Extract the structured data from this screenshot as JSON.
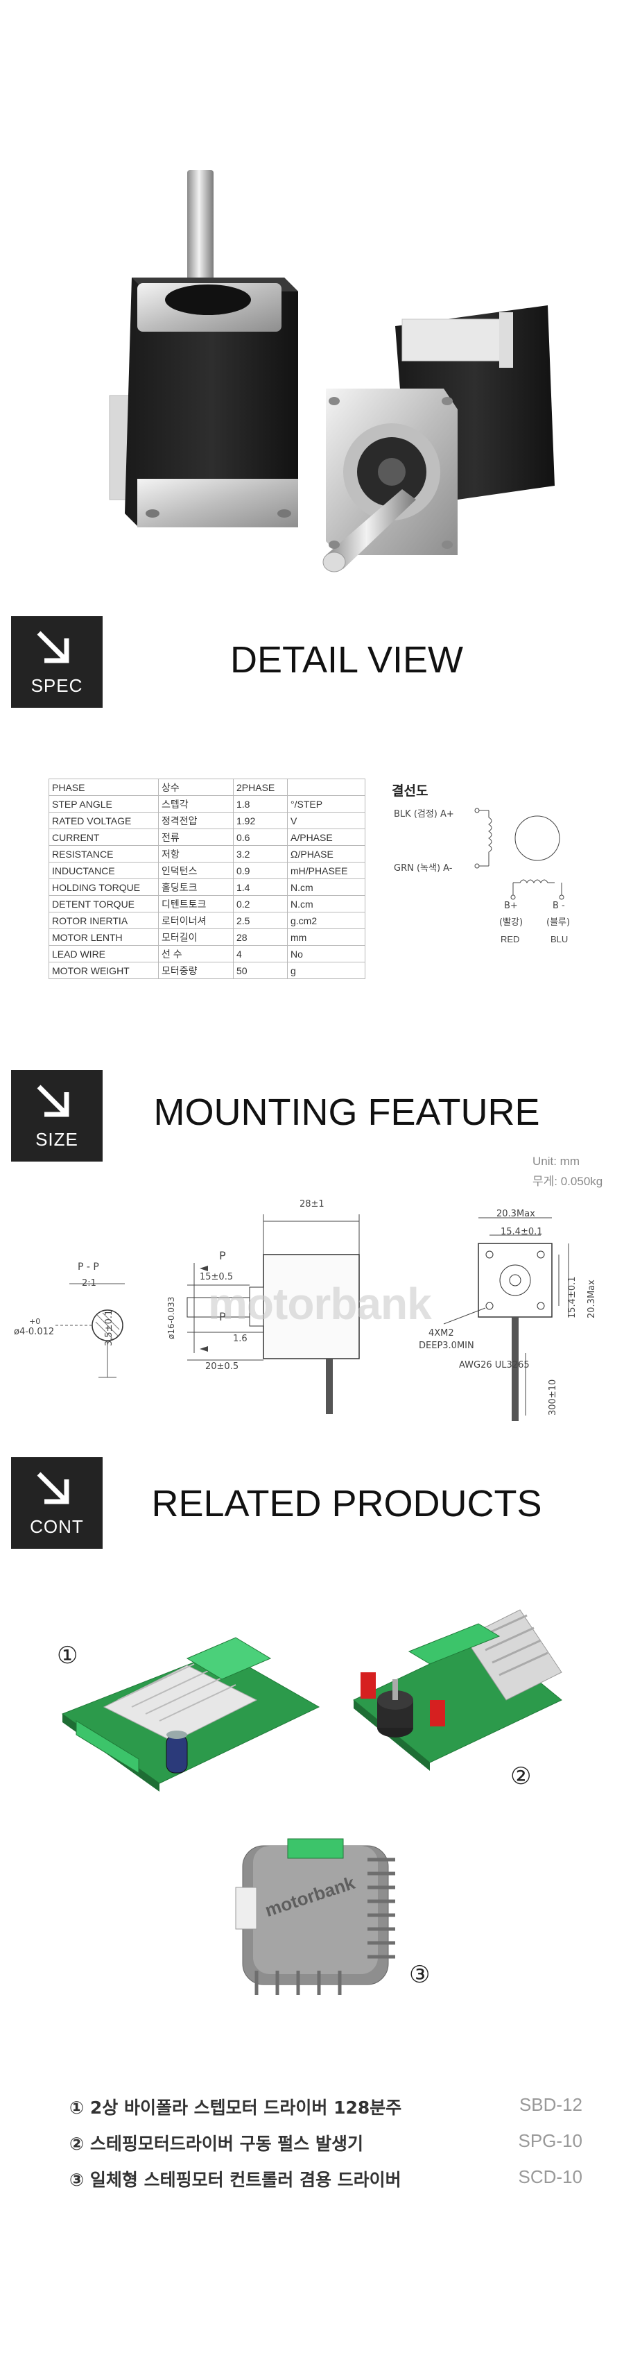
{
  "sections": {
    "spec": {
      "badge": "SPEC",
      "title": "DETAIL VIEW"
    },
    "size": {
      "badge": "SIZE",
      "title": "MOUNTING FEATURE"
    },
    "cont": {
      "badge": "CONT",
      "title": "RELATED PRODUCTS"
    }
  },
  "spec_table": [
    [
      "PHASE",
      "상수",
      "2PHASE",
      ""
    ],
    [
      "STEP ANGLE",
      "스텝각",
      "1.8",
      "°/STEP"
    ],
    [
      "RATED VOLTAGE",
      "정격전압",
      "1.92",
      "V"
    ],
    [
      "CURRENT",
      "전류",
      "0.6",
      "A/PHASE"
    ],
    [
      "RESISTANCE",
      "저항",
      "3.2",
      "Ω/PHASE"
    ],
    [
      "INDUCTANCE",
      "인덕턴스",
      "0.9",
      "mH/PHASEE"
    ],
    [
      "HOLDING TORQUE",
      "홀딩토크",
      "1.4",
      "N.cm"
    ],
    [
      "DETENT TORQUE",
      "디텐트토크",
      "0.2",
      "N.cm"
    ],
    [
      "ROTOR INERTIA",
      "로터이너셔",
      "2.5",
      "g.cm2"
    ],
    [
      "MOTOR LENTH",
      "모터길이",
      "28",
      "mm"
    ],
    [
      "LEAD WIRE",
      "선 수",
      "4",
      "No"
    ],
    [
      "MOTOR WEIGHT",
      "모터중량",
      "50",
      "g"
    ]
  ],
  "wiring": {
    "title": "결선도",
    "blk": "BLK (검정) A+",
    "grn": "GRN (녹색) A-",
    "b_plus": "B+",
    "b_minus": "B -",
    "b_plus_kr": "(빨강)",
    "b_minus_kr": "(블루)",
    "red": "RED",
    "blu": "BLU"
  },
  "mounting": {
    "unit": "Unit: mm",
    "weight": "무게: 0.050kg",
    "dim_28": "28±1",
    "dim_15": "15±0.5",
    "dim_20": "20±0.5",
    "dim_1_6": "1.6",
    "dim_16": "ø16-0.033",
    "dim_p_top": "P",
    "dim_p_bottom": "P",
    "pp_label": "P - P",
    "pp_scale": "2:1",
    "dim_shaft": "ø4-0.012",
    "dim_shaft_tol": "+0",
    "dim_3_5": "3.5±0.1",
    "dim_20_3_top": "20.3Max",
    "dim_15_4_top": "15.4±0.1",
    "dim_20_3_side": "20.3Max",
    "dim_15_4_side": "15.4±0.1",
    "dim_300": "300±10",
    "screw": "4XM2",
    "deep": "DEEP3.0MIN",
    "wire": "AWG26  UL3265",
    "watermark": "motorbank"
  },
  "products": {
    "labels": [
      "①",
      "②",
      "③"
    ],
    "board_brand": "motorbank",
    "items": [
      {
        "name": "① 2상 바이폴라 스텝모터 드라이버 128분주",
        "code": "SBD-12"
      },
      {
        "name": "② 스테핑모터드라이버 구동 펄스 발생기",
        "code": "SPG-10"
      },
      {
        "name": "③ 일체형 스테핑모터 컨트롤러 겸용 드라이버",
        "code": "SCD-10"
      }
    ]
  }
}
